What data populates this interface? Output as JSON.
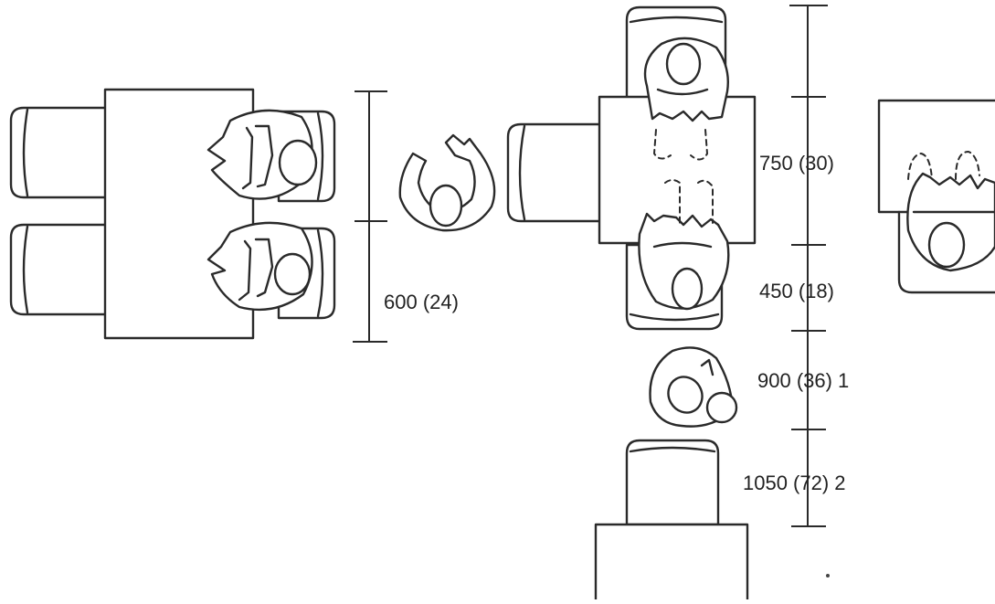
{
  "dimensions": {
    "d600": "600 (24)",
    "d750": "750 (30)",
    "d450": "450 (18)",
    "d900": "900 (36) 1",
    "d1050": "1050 (72) 2"
  }
}
